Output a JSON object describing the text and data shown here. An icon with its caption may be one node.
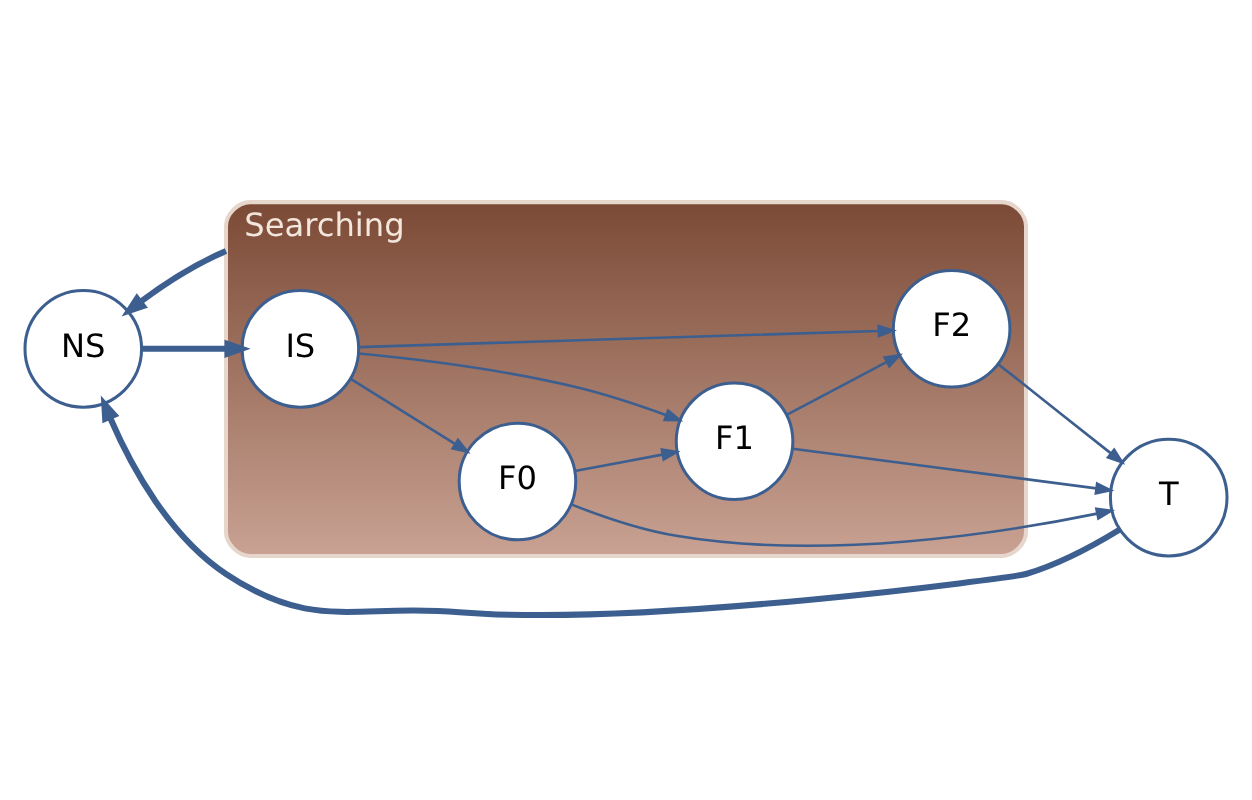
{
  "diagram": {
    "nodes": [
      {
        "text": [
          "Searching"
        ]
      },
      {
        "text": [
          "NS"
        ]
      },
      {
        "text": [
          "IS"
        ],
        "in": 0
      },
      {
        "text": [
          "F0"
        ],
        "in": 0
      },
      {
        "text": [
          "F1"
        ],
        "in": 0
      },
      {
        "text": [
          "F2"
        ],
        "in": 0
      },
      {
        "text": [
          "T"
        ]
      }
    ],
    "edges": [
      {
        "from": 1,
        "to": 2,
        "arrow": "to",
        "style": "thick"
      },
      {
        "from": 2,
        "to": 3,
        "arrow": "to"
      },
      {
        "from": 2,
        "to": 4,
        "arrow": "to"
      },
      {
        "from": 2,
        "to": 5,
        "arrow": "to"
      },
      {
        "from": 3,
        "to": 4,
        "arrow": "to"
      },
      {
        "from": 4,
        "to": 5,
        "arrow": "to"
      },
      {
        "from": 3,
        "to": 6,
        "arrow": "to"
      },
      {
        "from": 4,
        "to": 6,
        "arrow": "to"
      },
      {
        "from": 5,
        "to": 6,
        "arrow": "to"
      },
      {
        "from": 0,
        "to": 1,
        "arrow": "to",
        "style": "thick"
      },
      {
        "from": 6,
        "to": 1,
        "arrow": "to",
        "style": "thick"
      }
    ]
  }
}
